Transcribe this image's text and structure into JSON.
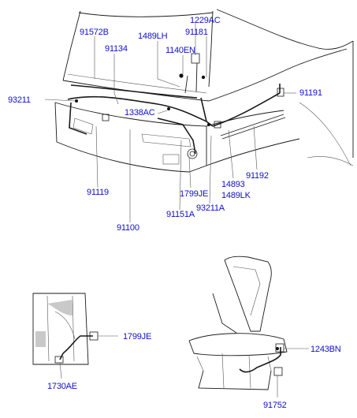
{
  "labels": {
    "l_91572B": "91572B",
    "l_91134": "91134",
    "l_1489LH": "1489LH",
    "l_1229AC": "1229AC",
    "l_91181": "91181",
    "l_1140EN": "1140EN",
    "l_93211": "93211",
    "l_1338AC": "1338AC",
    "l_91191": "91191",
    "l_14893": "14893",
    "l_1489LK": "1489LK",
    "l_91192": "91192",
    "l_91119": "91119",
    "l_1799JE_a": "1799JE",
    "l_91151A": "91151A",
    "l_93211A": "93211A",
    "l_91100": "91100",
    "l_1799JE_b": "1799JE",
    "l_1730AE": "1730AE",
    "l_1243BN": "1243BN",
    "l_91752": "91752"
  }
}
